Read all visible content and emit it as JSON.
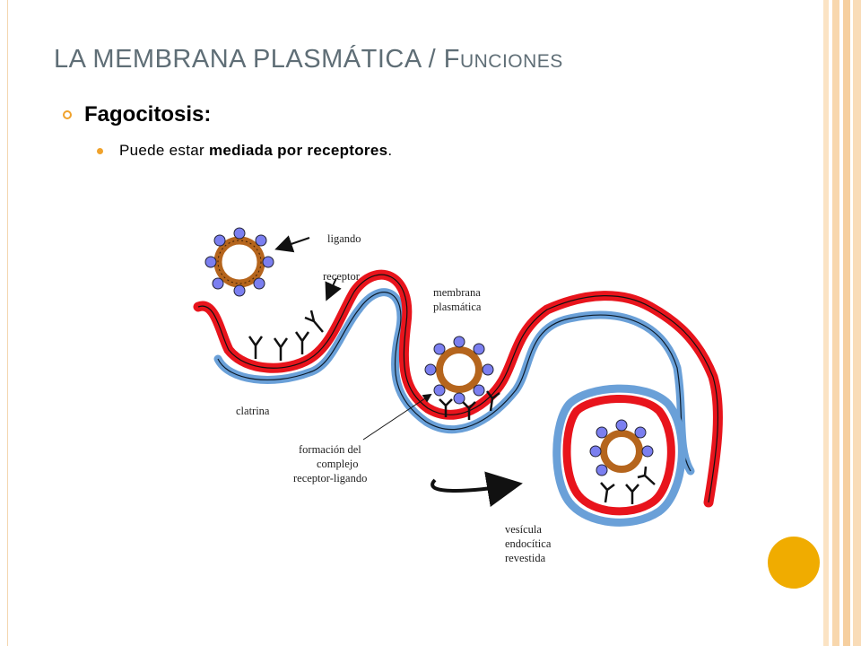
{
  "slide": {
    "title_prefix": "LA MEMBRANA PLASMÁTICA / F",
    "title_suffix": "UNCIONES",
    "heading": "Fagocitosis:",
    "bullet_pre": "Puede estar ",
    "bullet_bold": "mediada por receptores",
    "bullet_post": "."
  },
  "diagram": {
    "labels": {
      "ligando": "ligando",
      "receptor": "receptor",
      "membrana_1": "membrana",
      "membrana_2": "plasmática",
      "clatrina": "clatrina",
      "formacion_1": "formación del",
      "formacion_2": "complejo",
      "formacion_3": "receptor-ligando",
      "vesicula_1": "vesícula",
      "vesicula_2": "endocítica",
      "vesicula_3": "revestida"
    }
  },
  "colors": {
    "title": "#5f6e76",
    "accent": "#f0a22c",
    "membrane_red": "#e8141c",
    "clathrin_blue": "#6aa0d8",
    "ligand_blue": "#7b7ff0",
    "particle_brown": "#b5651d",
    "deco_circle": "#f0ac00"
  }
}
